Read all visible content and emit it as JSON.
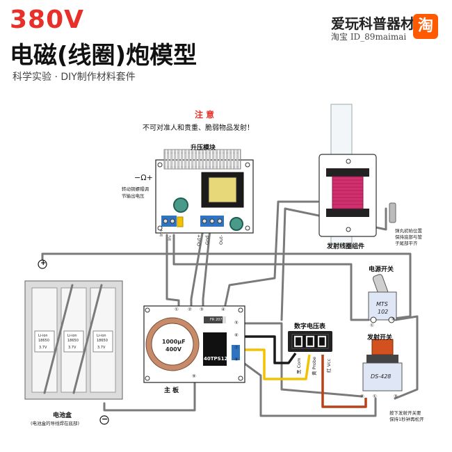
{
  "header": {
    "voltage": "380V",
    "title": "电磁(线圈)炮模型",
    "subtitle": "科学实验 · DIY制作材料套件",
    "brand": "爱玩科普器材",
    "brand_id": "淘宝 ID_89maimai",
    "brand_icon": "淘"
  },
  "warning": {
    "title": "注 意",
    "text": "不可对准人和贵重、脆弱物品发射！"
  },
  "boost_module": {
    "label": "升压模块",
    "pot_note_line1": "转动铜螺帽调",
    "pot_note_line2": "节输出电压",
    "pins": [
      "In+",
      "In-",
      "Out+",
      "Gnd",
      "Out-"
    ]
  },
  "coil": {
    "label": "发射线圈组件",
    "note_line1": "弹丸初始位置",
    "note_line2": "保持底部与管",
    "note_line3": "子尾部平齐"
  },
  "power_switch": {
    "label": "电源开关",
    "model1": "MTS",
    "model2": "102"
  },
  "fire_switch": {
    "label": "发射开关",
    "model": "DS-428",
    "note_line1": "按下发射开关要",
    "note_line2": "保持1秒钟再松开"
  },
  "voltmeter": {
    "label": "数字电压表",
    "wires": [
      "黑 Com",
      "黄 Probe",
      "红 Vcc"
    ]
  },
  "main_board": {
    "label": "主 板",
    "capacitor_value": "1000μF",
    "capacitor_voltage": "400V",
    "scr": "40TPS12",
    "diode": "FR 207",
    "pin_numbers": [
      "①",
      "②",
      "③",
      "④",
      "⑤",
      "⑥",
      "⑦",
      "⑧",
      "⑨"
    ]
  },
  "battery": {
    "label": "电池盒",
    "note": "(电池盒的导线焊在底部)",
    "cell_type": "Li-ion",
    "cell_model": "18650",
    "cell_voltage": "3.7V",
    "plus_symbol": "+",
    "minus_symbol": "−"
  },
  "colors": {
    "accent_red": "#e8302a",
    "wire_black": "#1a1a1a",
    "wire_yellow": "#f2c200",
    "wire_red": "#b8401a",
    "board_blue": "#2f74c0",
    "coil_pink": "#d0306e"
  }
}
